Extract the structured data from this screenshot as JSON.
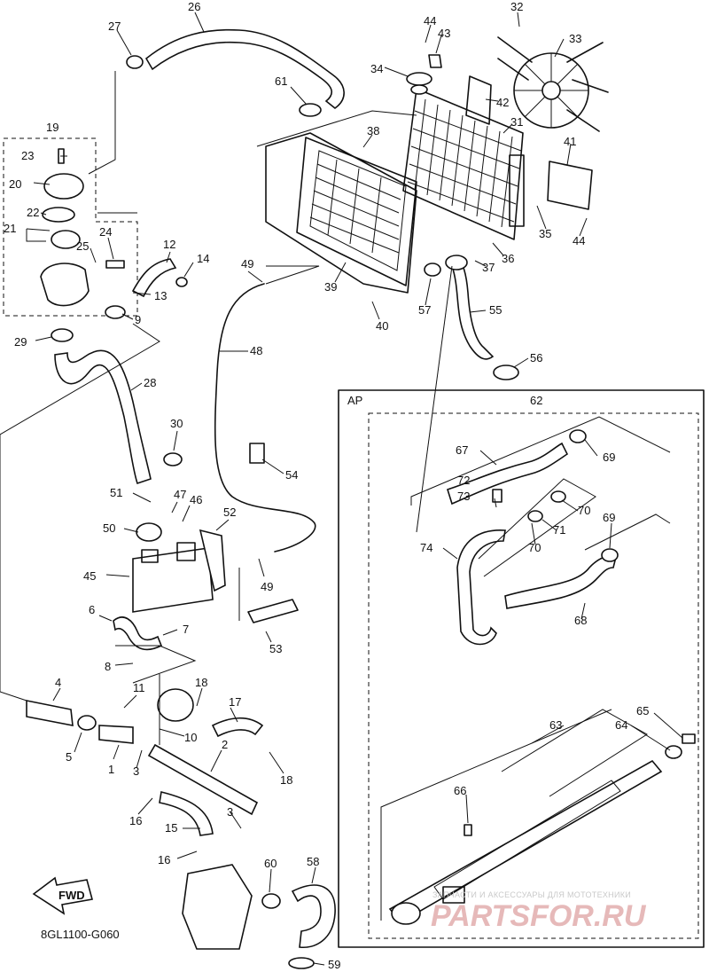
{
  "diagram": {
    "code": "8GL1100-G060",
    "fwd_label": "FWD",
    "ap_box_label": "AP",
    "watermark": {
      "tagline": "ЗАПЧАСТИ И АКСЕССУАРЫ ДЛЯ МОТОТЕХНИКИ",
      "logo": "PARTSFOR.RU"
    },
    "callouts": [
      {
        "id": "c26",
        "text": "26"
      },
      {
        "id": "c27",
        "text": "27"
      },
      {
        "id": "c61",
        "text": "61"
      },
      {
        "id": "c19",
        "text": "19"
      },
      {
        "id": "c23",
        "text": "23"
      },
      {
        "id": "c20",
        "text": "20"
      },
      {
        "id": "c22",
        "text": "22"
      },
      {
        "id": "c21",
        "text": "21"
      },
      {
        "id": "c24",
        "text": "24"
      },
      {
        "id": "c25",
        "text": "25"
      },
      {
        "id": "c12",
        "text": "12"
      },
      {
        "id": "c14",
        "text": "14"
      },
      {
        "id": "c13",
        "text": "13"
      },
      {
        "id": "c9",
        "text": "9"
      },
      {
        "id": "c29",
        "text": "29"
      },
      {
        "id": "c28",
        "text": "28"
      },
      {
        "id": "c30",
        "text": "30"
      },
      {
        "id": "c49a",
        "text": "49"
      },
      {
        "id": "c48",
        "text": "48"
      },
      {
        "id": "c54",
        "text": "54"
      },
      {
        "id": "c51",
        "text": "51"
      },
      {
        "id": "c47",
        "text": "47"
      },
      {
        "id": "c46",
        "text": "46"
      },
      {
        "id": "c50",
        "text": "50"
      },
      {
        "id": "c52",
        "text": "52"
      },
      {
        "id": "c45",
        "text": "45"
      },
      {
        "id": "c49b",
        "text": "49"
      },
      {
        "id": "c53",
        "text": "53"
      },
      {
        "id": "c6",
        "text": "6"
      },
      {
        "id": "c7",
        "text": "7"
      },
      {
        "id": "c8",
        "text": "8"
      },
      {
        "id": "c4",
        "text": "4"
      },
      {
        "id": "c11",
        "text": "11"
      },
      {
        "id": "c18a",
        "text": "18"
      },
      {
        "id": "c17",
        "text": "17"
      },
      {
        "id": "c10",
        "text": "10"
      },
      {
        "id": "c5",
        "text": "5"
      },
      {
        "id": "c1",
        "text": "1"
      },
      {
        "id": "c3a",
        "text": "3"
      },
      {
        "id": "c2",
        "text": "2"
      },
      {
        "id": "c18b",
        "text": "18"
      },
      {
        "id": "c16a",
        "text": "16"
      },
      {
        "id": "c15",
        "text": "15"
      },
      {
        "id": "c3b",
        "text": "3"
      },
      {
        "id": "c16b",
        "text": "16"
      },
      {
        "id": "c60",
        "text": "60"
      },
      {
        "id": "c58",
        "text": "58"
      },
      {
        "id": "c59",
        "text": "59"
      },
      {
        "id": "c44a",
        "text": "44"
      },
      {
        "id": "c43",
        "text": "43"
      },
      {
        "id": "c32",
        "text": "32"
      },
      {
        "id": "c33",
        "text": "33"
      },
      {
        "id": "c34",
        "text": "34"
      },
      {
        "id": "c42",
        "text": "42"
      },
      {
        "id": "c38",
        "text": "38"
      },
      {
        "id": "c31",
        "text": "31"
      },
      {
        "id": "c41",
        "text": "41"
      },
      {
        "id": "c35",
        "text": "35"
      },
      {
        "id": "c44b",
        "text": "44"
      },
      {
        "id": "c36",
        "text": "36"
      },
      {
        "id": "c37",
        "text": "37"
      },
      {
        "id": "c39",
        "text": "39"
      },
      {
        "id": "c57",
        "text": "57"
      },
      {
        "id": "c55",
        "text": "55"
      },
      {
        "id": "c40",
        "text": "40"
      },
      {
        "id": "c56",
        "text": "56"
      },
      {
        "id": "c62",
        "text": "62"
      },
      {
        "id": "c67",
        "text": "67"
      },
      {
        "id": "c69a",
        "text": "69"
      },
      {
        "id": "c72",
        "text": "72"
      },
      {
        "id": "c73",
        "text": "73"
      },
      {
        "id": "c70a",
        "text": "70"
      },
      {
        "id": "c71",
        "text": "71"
      },
      {
        "id": "c74",
        "text": "74"
      },
      {
        "id": "c70b",
        "text": "70"
      },
      {
        "id": "c69b",
        "text": "69"
      },
      {
        "id": "c68",
        "text": "68"
      },
      {
        "id": "c65",
        "text": "65"
      },
      {
        "id": "c63",
        "text": "63"
      },
      {
        "id": "c64",
        "text": "64"
      },
      {
        "id": "c66",
        "text": "66"
      }
    ]
  }
}
